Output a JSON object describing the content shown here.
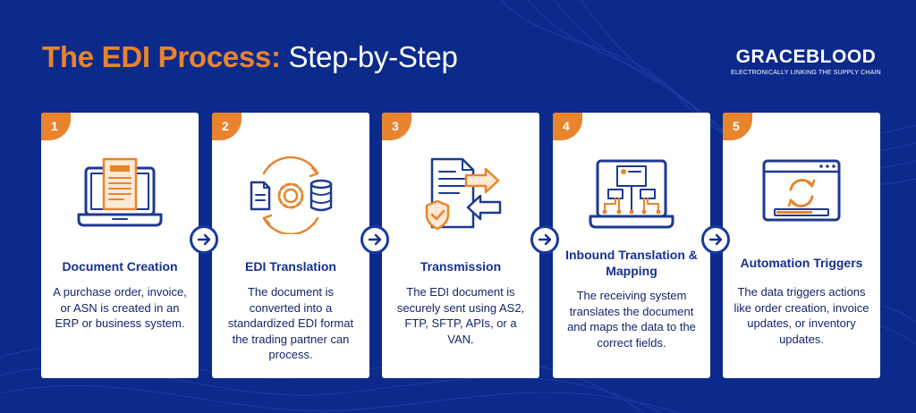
{
  "header": {
    "title_bold": "The EDI Process:",
    "title_light": "Step-by-Step"
  },
  "logo": {
    "wordmark": "GRACEBLOOD",
    "tagline": "ELECTRONICALLY LINKING THE SUPPLY CHAIN"
  },
  "colors": {
    "background": "#0c2a8c",
    "accent": "#e8842c",
    "card_title": "#16308f",
    "icon_stroke": "#1d3990"
  },
  "steps": [
    {
      "number": "1",
      "icon": "laptop-document-icon",
      "title": "Document Creation",
      "description": "A purchase order, invoice, or ASN is created in an ERP or business system."
    },
    {
      "number": "2",
      "icon": "document-gear-database-icon",
      "title": "EDI Translation",
      "description": "The document is converted into a standardized EDI format the trading partner can process."
    },
    {
      "number": "3",
      "icon": "secure-document-transfer-icon",
      "title": "Transmission",
      "description": "The EDI document is securely sent using AS2, FTP, SFTP, APIs, or a VAN."
    },
    {
      "number": "4",
      "icon": "laptop-data-mapping-icon",
      "title": "Inbound Translation & Mapping",
      "description": "The receiving system translates the document and maps the data to the correct fields."
    },
    {
      "number": "5",
      "icon": "browser-sync-icon",
      "title": "Automation Triggers",
      "description": "The data triggers actions like order creation, invoice updates, or inventory updates."
    }
  ]
}
